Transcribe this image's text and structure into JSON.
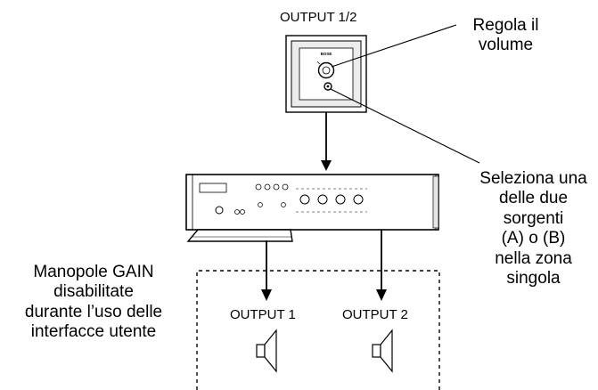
{
  "labels": {
    "output_12": "OUTPUT 1/2",
    "volume_line1": "Regola il",
    "volume_line2": "volume",
    "source_lines": [
      "Seleziona una",
      "delle due",
      "sorgenti",
      "(A) o (B)",
      "nella zona",
      "singola"
    ],
    "gain_lines": [
      "Manopole GAIN",
      "disabilitate",
      "durante l’uso delle",
      "interfacce utente"
    ],
    "output_1": "OUTPUT 1",
    "output_2": "OUTPUT 2",
    "brand": "BOSE"
  }
}
